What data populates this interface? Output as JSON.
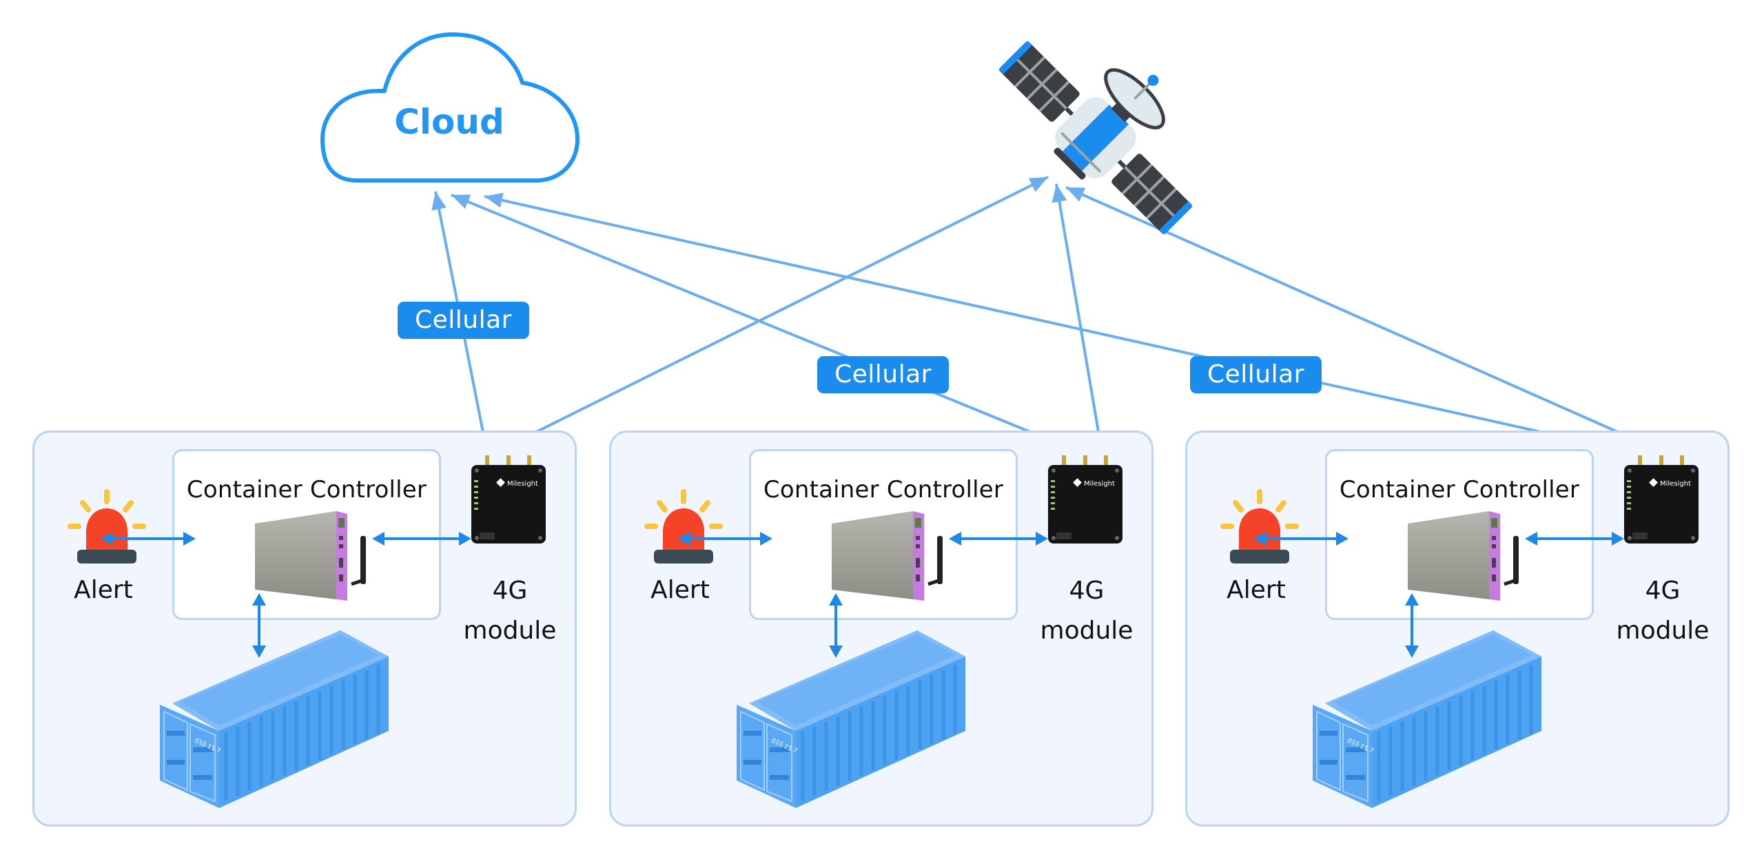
{
  "title": "Container IoT connectivity: Cloud and Satellite via Cellular",
  "colors": {
    "accent": "#2196f3",
    "line": "#6aaef0",
    "badge": "#1a8cee",
    "panel_bg": "#f1f6fe",
    "panel_border": "#b9d4f5",
    "alert_red": "#f44326",
    "alert_rays": "#f8c63c",
    "container_blue": "#6fb2f6"
  },
  "cloud": {
    "label": "Cloud",
    "icon": "cloud-icon"
  },
  "satellite": {
    "icon": "satellite-icon"
  },
  "links": [
    {
      "from": "panel-1-4g-module",
      "to": "cloud",
      "label": "Cellular"
    },
    {
      "from": "panel-2-4g-module",
      "to": "cloud",
      "label": "Cellular"
    },
    {
      "from": "panel-3-4g-module",
      "to": "cloud",
      "label": "Cellular"
    },
    {
      "from": "panel-1-4g-module",
      "to": "satellite",
      "label": ""
    },
    {
      "from": "panel-2-4g-module",
      "to": "satellite",
      "label": ""
    },
    {
      "from": "panel-3-4g-module",
      "to": "satellite",
      "label": ""
    }
  ],
  "badges": [
    "Cellular",
    "Cellular",
    "Cellular"
  ],
  "panels": [
    {
      "controller_title": "Container Controller",
      "alert_label": "Alert",
      "module_label_1": "4G",
      "module_label_2": "module",
      "module_brand": "Milesight",
      "container_code": "010 15 7"
    },
    {
      "controller_title": "Container Controller",
      "alert_label": "Alert",
      "module_label_1": "4G",
      "module_label_2": "module",
      "module_brand": "Milesight",
      "container_code": "010 15 7"
    },
    {
      "controller_title": "Container Controller",
      "alert_label": "Alert",
      "module_label_1": "4G",
      "module_label_2": "module",
      "module_brand": "Milesight",
      "container_code": "010 15 7"
    }
  ]
}
